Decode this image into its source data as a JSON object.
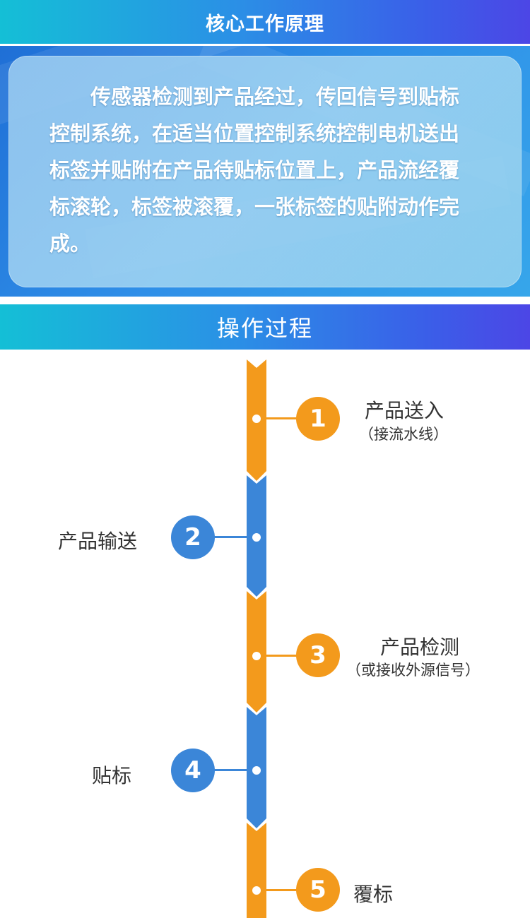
{
  "principle": {
    "title": "核心工作原理",
    "body": "传感器检测到产品经过，传回信号到贴标控制系统，在适当位置控制系统控制电机送出标签并贴附在产品待贴标位置上，产品流经覆标滚轮，标签被滚覆，一张标签的贴附动作完成。"
  },
  "process": {
    "title": "操作过程",
    "steps": [
      {
        "number": "1",
        "label": "产品送入",
        "sub": "（接流水线）",
        "color": "#f39a1c",
        "side": "right"
      },
      {
        "number": "2",
        "label": "产品输送",
        "sub": "",
        "color": "#3b86d8",
        "side": "left"
      },
      {
        "number": "3",
        "label": "产品检测",
        "sub": "（或接收外源信号）",
        "color": "#f39a1c",
        "side": "right"
      },
      {
        "number": "4",
        "label": "贴标",
        "sub": "",
        "color": "#3b86d8",
        "side": "left"
      },
      {
        "number": "5",
        "label": "覆标",
        "sub": "",
        "color": "#f39a1c",
        "side": "right"
      }
    ]
  },
  "colors": {
    "orange": "#f39a1c",
    "blue": "#3b86d8",
    "header_start": "#14bfd6",
    "header_end": "#4c46e6"
  }
}
